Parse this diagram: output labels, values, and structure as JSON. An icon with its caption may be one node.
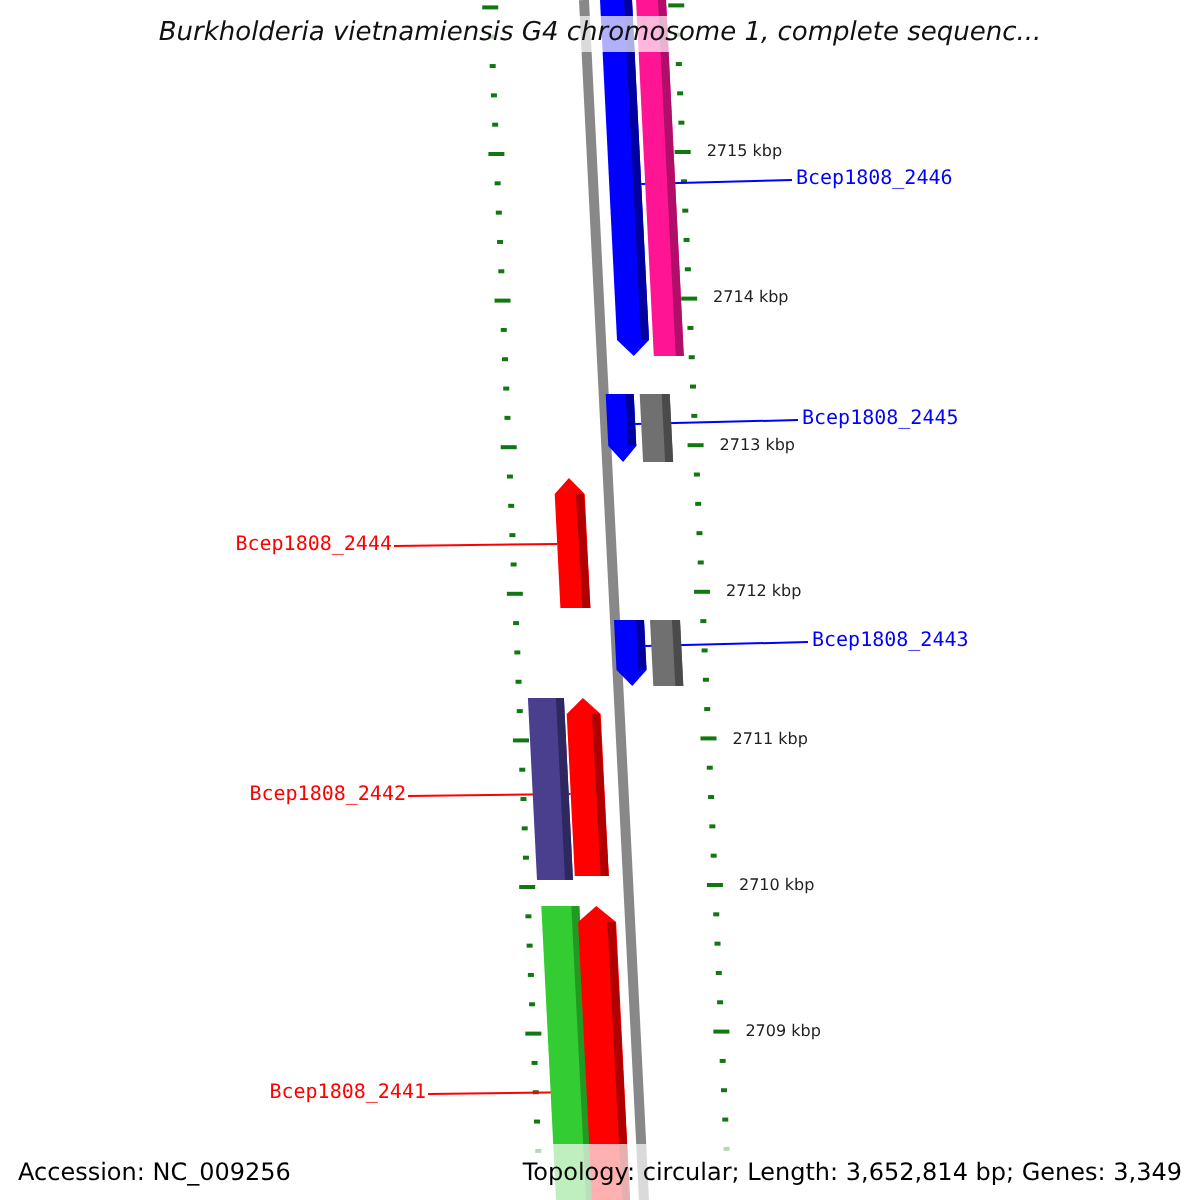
{
  "diagram": {
    "title": "Burkholderia vietnamiensis G4 chromosome 1, complete sequenc...",
    "nodes": [
      {
        "text": [
          "Bcep1808_2446"
        ]
      },
      {
        "text": [],
        "shape": "arrow"
      },
      {
        "text": [],
        "shape": "bar"
      },
      {
        "text": [
          "Bcep1808_2445"
        ]
      },
      {
        "text": [],
        "shape": "arrow"
      },
      {
        "text": [],
        "shape": "bar"
      },
      {
        "text": [
          "Bcep1808_2444"
        ]
      },
      {
        "text": [],
        "shape": "arrow"
      },
      {
        "text": [
          "Bcep1808_2443"
        ]
      },
      {
        "text": [],
        "shape": "arrow"
      },
      {
        "text": [],
        "shape": "bar"
      },
      {
        "text": [],
        "shape": "bar"
      },
      {
        "text": [
          "Bcep1808_2442"
        ]
      },
      {
        "text": [],
        "shape": "arrow"
      },
      {
        "text": [],
        "shape": "bar"
      },
      {
        "text": [
          "Bcep1808_2441"
        ]
      },
      {
        "text": [],
        "shape": "arrow"
      }
    ],
    "edges": [
      {
        "from": 0,
        "to": 1,
        "arrow": "none"
      },
      {
        "from": 3,
        "to": 4,
        "arrow": "none"
      },
      {
        "from": 6,
        "to": 7,
        "arrow": "none",
        "color": "#ff0000"
      },
      {
        "from": 8,
        "to": 9,
        "arrow": "none"
      },
      {
        "from": 12,
        "to": 13,
        "arrow": "none",
        "color": "#ff0000"
      },
      {
        "from": 15,
        "to": 16,
        "arrow": "none",
        "color": "#ff0000"
      }
    ],
    "labels": [
      "2715 kbp",
      "2714 kbp",
      "2713 kbp",
      "2712 kbp",
      "2711 kbp",
      "2710 kbp",
      "2709 kbp",
      "Accession: NC_009256",
      "Topology: circular; Length: 3,652,814 bp; Genes: 3,349"
    ]
  }
}
